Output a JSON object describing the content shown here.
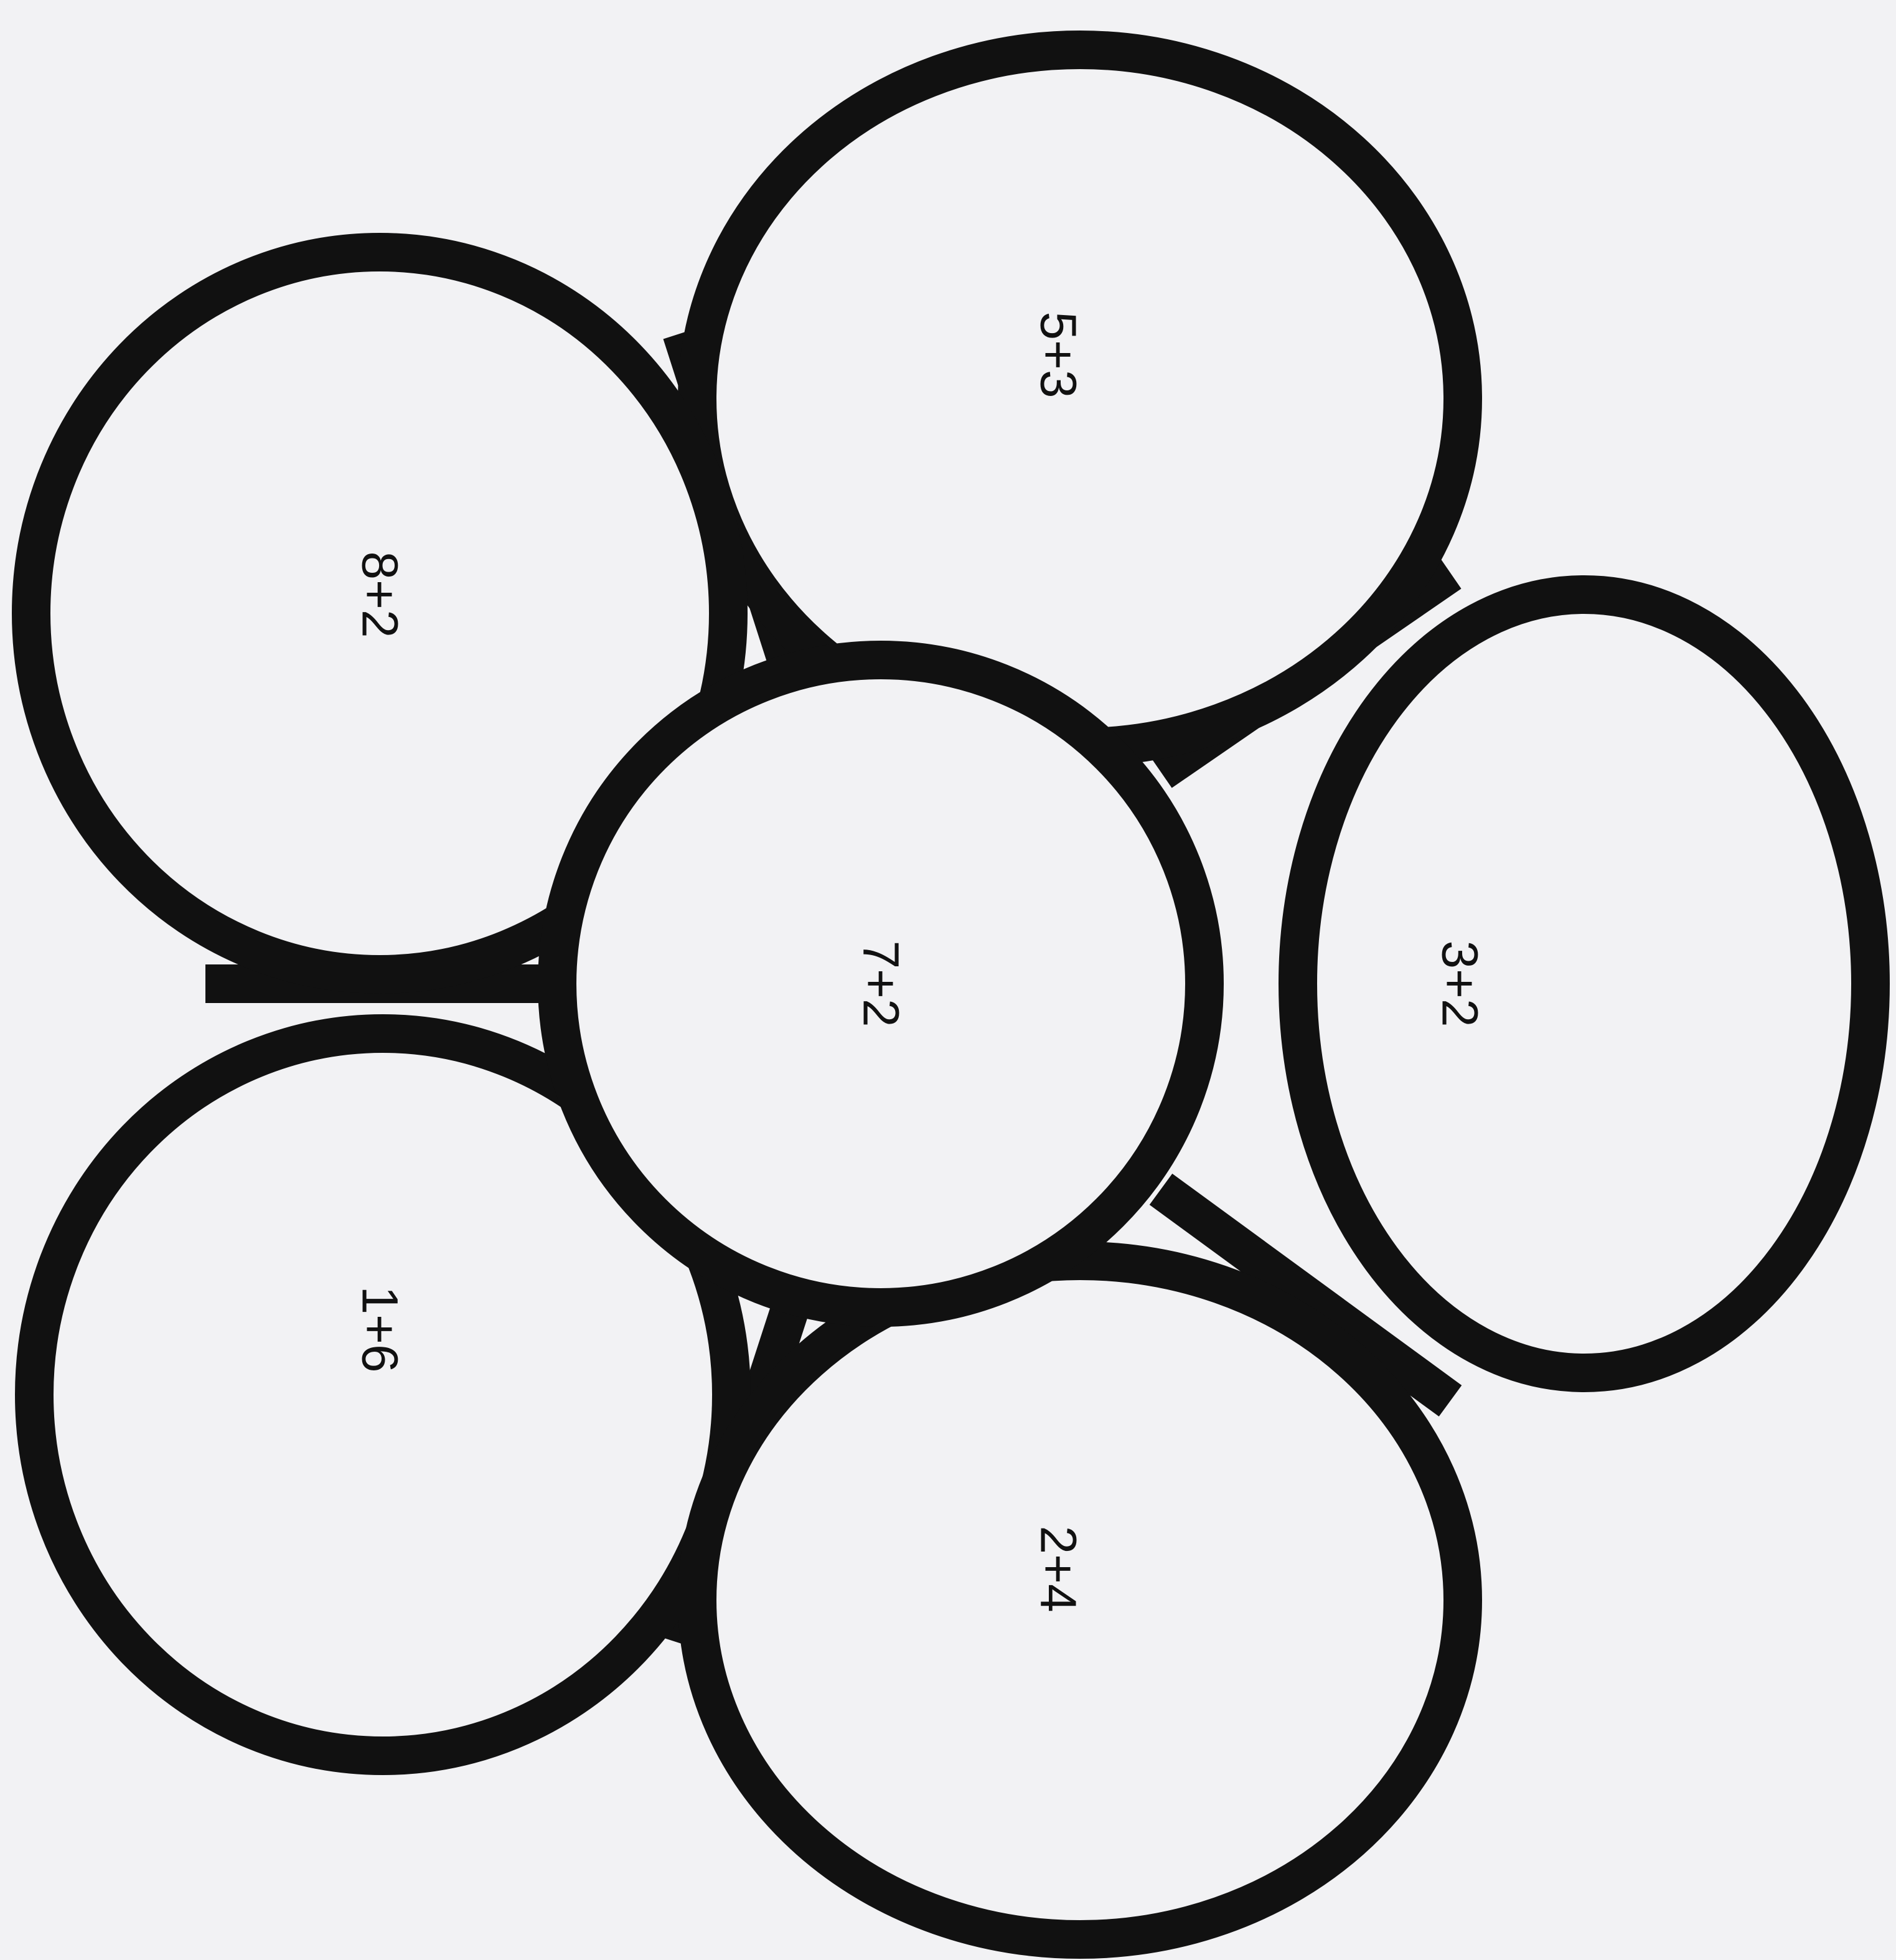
{
  "worksheet": {
    "center": {
      "text": "7+2"
    },
    "petals": [
      {
        "text": "5+3"
      },
      {
        "text": "8+2"
      },
      {
        "text": "1+6"
      },
      {
        "text": "2+4"
      },
      {
        "text": "3+2"
      }
    ]
  },
  "colors": {
    "paper": "#f2f2f4",
    "ink": "#111111"
  }
}
